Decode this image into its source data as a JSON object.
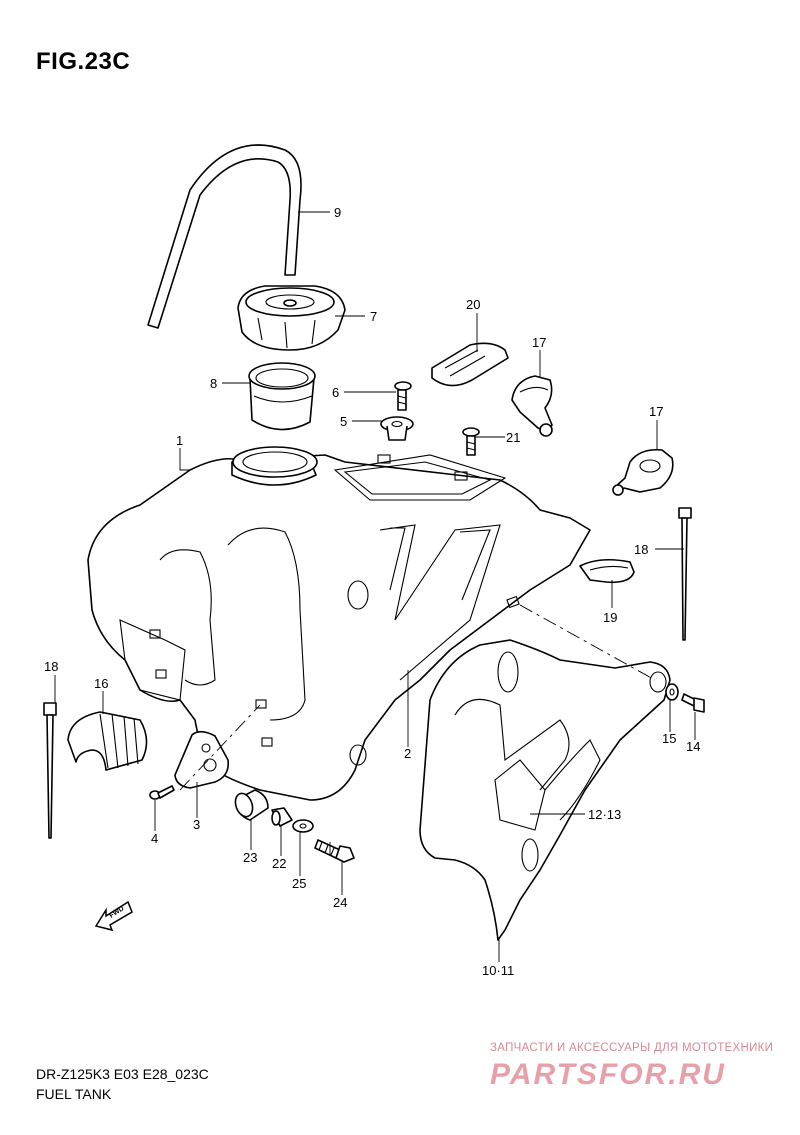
{
  "figure": {
    "title": "FIG.23C",
    "model_code": "DR-Z125K3 E03 E28_023C",
    "section_name": "FUEL TANK"
  },
  "callouts": [
    {
      "id": "c1",
      "text": "1"
    },
    {
      "id": "c2",
      "text": "2"
    },
    {
      "id": "c3",
      "text": "3"
    },
    {
      "id": "c4",
      "text": "4"
    },
    {
      "id": "c5",
      "text": "5"
    },
    {
      "id": "c6",
      "text": "6"
    },
    {
      "id": "c7",
      "text": "7"
    },
    {
      "id": "c8",
      "text": "8"
    },
    {
      "id": "c9",
      "text": "9"
    },
    {
      "id": "c10_11",
      "text": "10·11"
    },
    {
      "id": "c12_13",
      "text": "12·13"
    },
    {
      "id": "c14",
      "text": "14"
    },
    {
      "id": "c15",
      "text": "15"
    },
    {
      "id": "c16",
      "text": "16"
    },
    {
      "id": "c17a",
      "text": "17"
    },
    {
      "id": "c17b",
      "text": "17"
    },
    {
      "id": "c18a",
      "text": "18"
    },
    {
      "id": "c18b",
      "text": "18"
    },
    {
      "id": "c19",
      "text": "19"
    },
    {
      "id": "c20",
      "text": "20"
    },
    {
      "id": "c21",
      "text": "21"
    },
    {
      "id": "c22",
      "text": "22"
    },
    {
      "id": "c23",
      "text": "23"
    },
    {
      "id": "c24",
      "text": "24"
    },
    {
      "id": "c25",
      "text": "25"
    }
  ],
  "direction_marker": "FWD",
  "watermark": {
    "tagline": "ЗАПЧАСТИ И АКСЕССУАРЫ ДЛЯ МОТОТЕХНИКИ",
    "logo": "PARTSFOR.RU"
  }
}
